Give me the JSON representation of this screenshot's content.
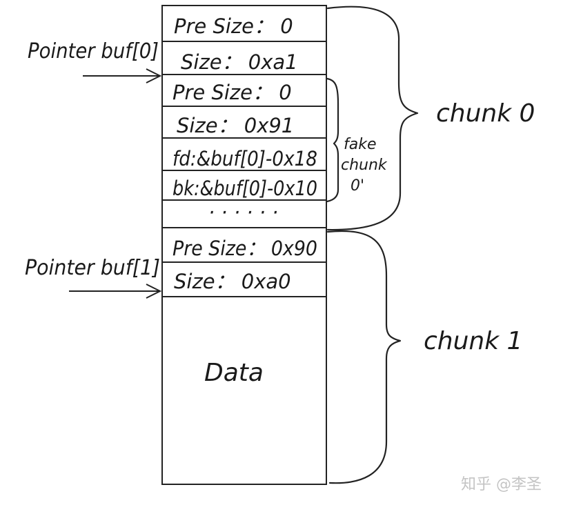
{
  "rows": [
    {
      "id": "r0",
      "text": "Pre Size： 0"
    },
    {
      "id": "r1",
      "text": "Size： 0xa1"
    },
    {
      "id": "r2",
      "text": "Pre Size： 0"
    },
    {
      "id": "r3",
      "text": "Size： 0x91"
    },
    {
      "id": "r4",
      "text": "fd:&buf[0]-0x18"
    },
    {
      "id": "r5",
      "text": "bk:&buf[0]-0x10"
    },
    {
      "id": "r6",
      "text": "· · · · · ·"
    },
    {
      "id": "r7",
      "text": "Pre Size： 0x90"
    },
    {
      "id": "r8",
      "text": "Size： 0xa0"
    }
  ],
  "data_label": "Data",
  "pointers": {
    "buf0": "Pointer buf[0]",
    "buf1": "Pointer buf[1]"
  },
  "chunks": {
    "chunk0": "chunk 0",
    "chunk1": "chunk 1"
  },
  "fake_chunk": {
    "line1": "fake",
    "line2": "chunk",
    "line3": "0'"
  },
  "watermark": "知乎 @李圣"
}
